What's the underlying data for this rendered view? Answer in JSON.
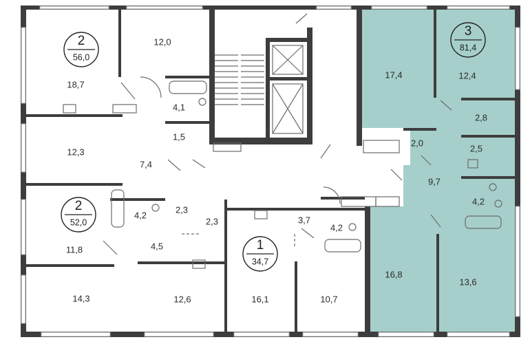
{
  "colors": {
    "wall": "#3d3d3d",
    "highlight": "#a6cfcb",
    "background": "#ffffff",
    "window": "#cfd8d7",
    "fixture": "#6b6b6b"
  },
  "apartments": [
    {
      "id": "apt-2-top",
      "number": "2",
      "area": "56,0",
      "selectable": false
    },
    {
      "id": "apt-2-bottom",
      "number": "2",
      "area": "52,0",
      "selectable": false
    },
    {
      "id": "apt-1",
      "number": "1",
      "area": "34,7",
      "selectable": false
    },
    {
      "id": "apt-3",
      "number": "3",
      "area": "81,4",
      "selectable": true
    }
  ],
  "rooms": [
    {
      "id": "r1",
      "area": "18,7"
    },
    {
      "id": "r2",
      "area": "12,0"
    },
    {
      "id": "r3",
      "area": "4,1"
    },
    {
      "id": "r4",
      "area": "1,5"
    },
    {
      "id": "r5",
      "area": "12,3"
    },
    {
      "id": "r6",
      "area": "7,4"
    },
    {
      "id": "r7",
      "area": "17,4"
    },
    {
      "id": "r8",
      "area": "12,4"
    },
    {
      "id": "r9",
      "area": "2,8"
    },
    {
      "id": "r10",
      "area": "2,0"
    },
    {
      "id": "r11",
      "area": "2,5"
    },
    {
      "id": "r12",
      "area": "9,7"
    },
    {
      "id": "r13",
      "area": "4,2"
    },
    {
      "id": "r14",
      "area": "4,2"
    },
    {
      "id": "r15",
      "area": "2,3"
    },
    {
      "id": "r16",
      "area": "2,3"
    },
    {
      "id": "r17",
      "area": "11,8"
    },
    {
      "id": "r18",
      "area": "4,5"
    },
    {
      "id": "r19",
      "area": "3,7"
    },
    {
      "id": "r20",
      "area": "4,2"
    },
    {
      "id": "r21",
      "area": "16,8"
    },
    {
      "id": "r22",
      "area": "13,6"
    },
    {
      "id": "r23",
      "area": "14,3"
    },
    {
      "id": "r24",
      "area": "12,6"
    },
    {
      "id": "r25",
      "area": "16,1"
    },
    {
      "id": "r26",
      "area": "10,7"
    }
  ]
}
